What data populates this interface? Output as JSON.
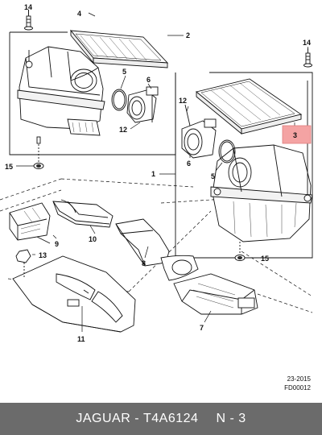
{
  "callouts": [
    {
      "id": "c14a",
      "label": "14"
    },
    {
      "id": "c4",
      "label": "4"
    },
    {
      "id": "c2",
      "label": "2"
    },
    {
      "id": "c5a",
      "label": "5"
    },
    {
      "id": "c6a",
      "label": "6"
    },
    {
      "id": "c12a",
      "label": "12"
    },
    {
      "id": "c15a",
      "label": "15"
    },
    {
      "id": "c14b",
      "label": "14"
    },
    {
      "id": "c12b",
      "label": "12"
    },
    {
      "id": "c3",
      "label": "3"
    },
    {
      "id": "c1",
      "label": "1"
    },
    {
      "id": "c6b",
      "label": "6"
    },
    {
      "id": "c5b",
      "label": "5"
    },
    {
      "id": "c9",
      "label": "9"
    },
    {
      "id": "c10",
      "label": "10"
    },
    {
      "id": "c13",
      "label": "13"
    },
    {
      "id": "c8",
      "label": "8"
    },
    {
      "id": "c15b",
      "label": "15"
    },
    {
      "id": "c11",
      "label": "11"
    },
    {
      "id": "c7",
      "label": "7"
    }
  ],
  "highlight": {
    "part": "3",
    "color": "#f4a3a3"
  },
  "reference": {
    "date": "23-2015",
    "code": "FD00012"
  },
  "footer": {
    "brand": "JAGUAR",
    "separator": " - ",
    "part_number": "T4A6124",
    "position": "N - 3",
    "background": "#6b6b6b"
  }
}
